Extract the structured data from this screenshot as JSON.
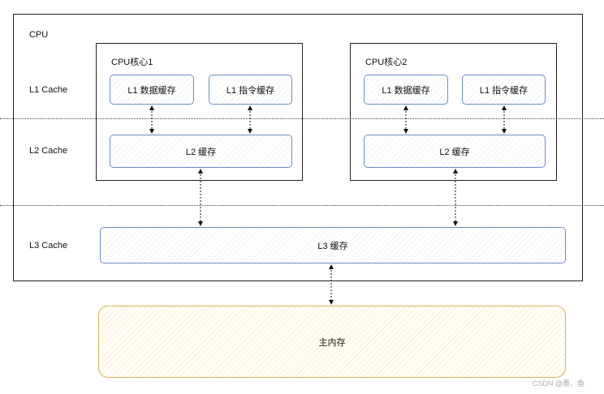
{
  "diagram": {
    "cpu_label": "CPU",
    "levels": {
      "l1": "L1 Cache",
      "l2": "L2 Cache",
      "l3": "L3 Cache"
    },
    "cores": [
      {
        "title": "CPU核心1",
        "l1_data": "L1 数据缓存",
        "l1_instr": "L1 指令缓存",
        "l2": "L2 缓存"
      },
      {
        "title": "CPU核心2",
        "l1_data": "L1 数据缓存",
        "l1_instr": "L1 指令缓存",
        "l2": "L2 缓存"
      }
    ],
    "l3": "L3 缓存",
    "main_memory": "主内存"
  },
  "watermark": "CSDN @墨、鱼",
  "colors": {
    "cache_border": "#6c8ebf",
    "memory_border": "#d6b656",
    "frame_border": "#222222"
  }
}
